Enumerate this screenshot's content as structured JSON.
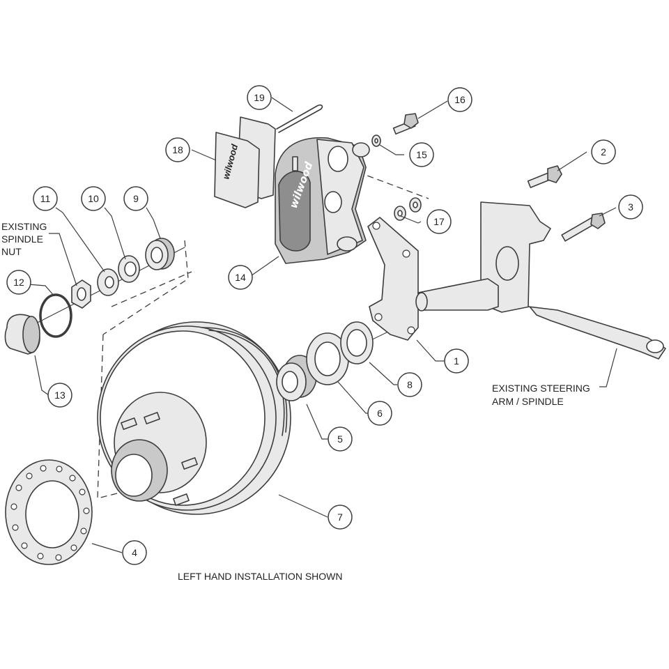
{
  "callouts": [
    {
      "id": "1",
      "label": "1"
    },
    {
      "id": "2",
      "label": "2"
    },
    {
      "id": "3",
      "label": "3"
    },
    {
      "id": "4",
      "label": "4"
    },
    {
      "id": "5",
      "label": "5"
    },
    {
      "id": "6",
      "label": "6"
    },
    {
      "id": "7",
      "label": "7"
    },
    {
      "id": "8",
      "label": "8"
    },
    {
      "id": "9",
      "label": "9"
    },
    {
      "id": "10",
      "label": "10"
    },
    {
      "id": "11",
      "label": "11"
    },
    {
      "id": "12",
      "label": "12"
    },
    {
      "id": "13",
      "label": "13"
    },
    {
      "id": "14",
      "label": "14"
    },
    {
      "id": "15",
      "label": "15"
    },
    {
      "id": "16",
      "label": "16"
    },
    {
      "id": "17",
      "label": "17"
    },
    {
      "id": "18",
      "label": "18"
    },
    {
      "id": "19",
      "label": "19"
    }
  ],
  "notes": {
    "spindle_nut": [
      "EXISTING",
      "SPINDLE",
      "NUT"
    ],
    "steering_arm": [
      "EXISTING STEERING",
      "ARM / SPINDLE"
    ],
    "installation": "LEFT HAND INSTALLATION SHOWN"
  },
  "branding": {
    "caliper_logo": "wilwood"
  },
  "colors": {
    "line": "#3c3c3c",
    "part_fill": "#e9e9e9",
    "part_shade": "#c9c9c9",
    "background": "#ffffff"
  }
}
